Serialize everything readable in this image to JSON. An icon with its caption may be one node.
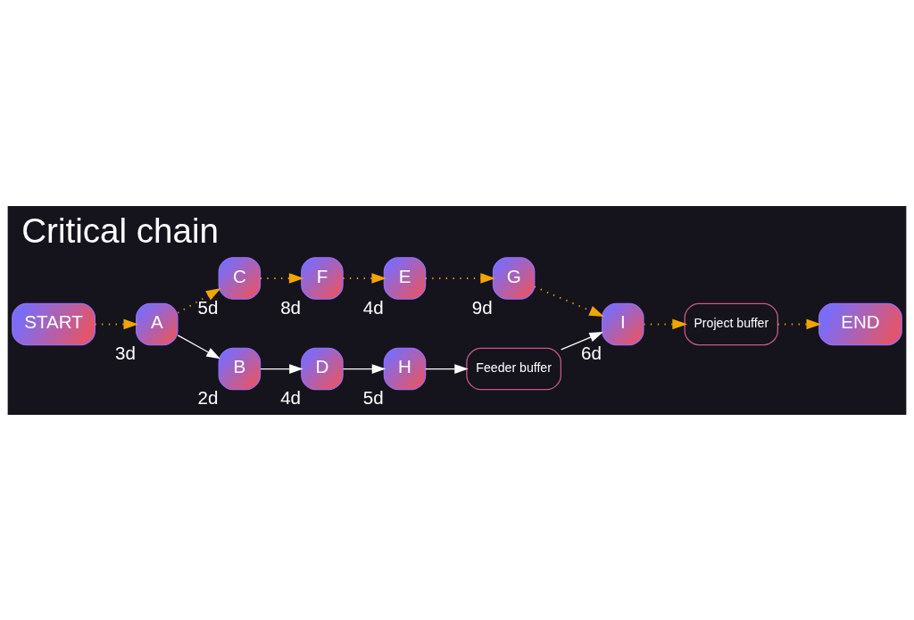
{
  "diagram": {
    "title": "Critical chain",
    "nodes": [
      {
        "text": [
          "START"
        ]
      },
      {
        "text": [
          "A"
        ],
        "beside": [
          "3d"
        ]
      },
      {
        "text": [
          "C"
        ],
        "beside": [
          "5d"
        ]
      },
      {
        "text": [
          "F"
        ],
        "beside": [
          "8d"
        ]
      },
      {
        "text": [
          "E"
        ],
        "beside": [
          "4d"
        ]
      },
      {
        "text": [
          "G"
        ],
        "beside": [
          "9d"
        ]
      },
      {
        "text": [
          "I"
        ],
        "beside": [
          "6d"
        ]
      },
      {
        "text": [
          "Project buffer"
        ]
      },
      {
        "text": [
          "END"
        ]
      },
      {
        "text": [
          "B"
        ],
        "beside": [
          "2d"
        ]
      },
      {
        "text": [
          "D"
        ],
        "beside": [
          "4d"
        ]
      },
      {
        "text": [
          "H"
        ],
        "beside": [
          "5d"
        ]
      },
      {
        "text": [
          "Feeder buffer"
        ]
      }
    ],
    "edges": [
      {
        "from": 0,
        "to": 1,
        "arrow": "to",
        "style": "dashed"
      },
      {
        "from": 1,
        "to": 2,
        "arrow": "to",
        "style": "dashed"
      },
      {
        "from": 2,
        "to": 3,
        "arrow": "to",
        "style": "dashed"
      },
      {
        "from": 3,
        "to": 4,
        "arrow": "to",
        "style": "dashed"
      },
      {
        "from": 4,
        "to": 5,
        "arrow": "to",
        "style": "dashed"
      },
      {
        "from": 5,
        "to": 6,
        "arrow": "to",
        "style": "dashed"
      },
      {
        "from": 6,
        "to": 7,
        "arrow": "to",
        "style": "dashed"
      },
      {
        "from": 7,
        "to": 8,
        "arrow": "to",
        "style": "dashed"
      },
      {
        "from": 1,
        "to": 9,
        "arrow": "to",
        "color": "#ffffff"
      },
      {
        "from": 9,
        "to": 10,
        "arrow": "to",
        "color": "#ffffff"
      },
      {
        "from": 10,
        "to": 11,
        "arrow": "to",
        "color": "#ffffff"
      },
      {
        "from": 11,
        "to": 12,
        "arrow": "to",
        "color": "#ffffff"
      },
      {
        "from": 12,
        "to": 6,
        "arrow": "to",
        "color": "#ffffff"
      }
    ]
  }
}
